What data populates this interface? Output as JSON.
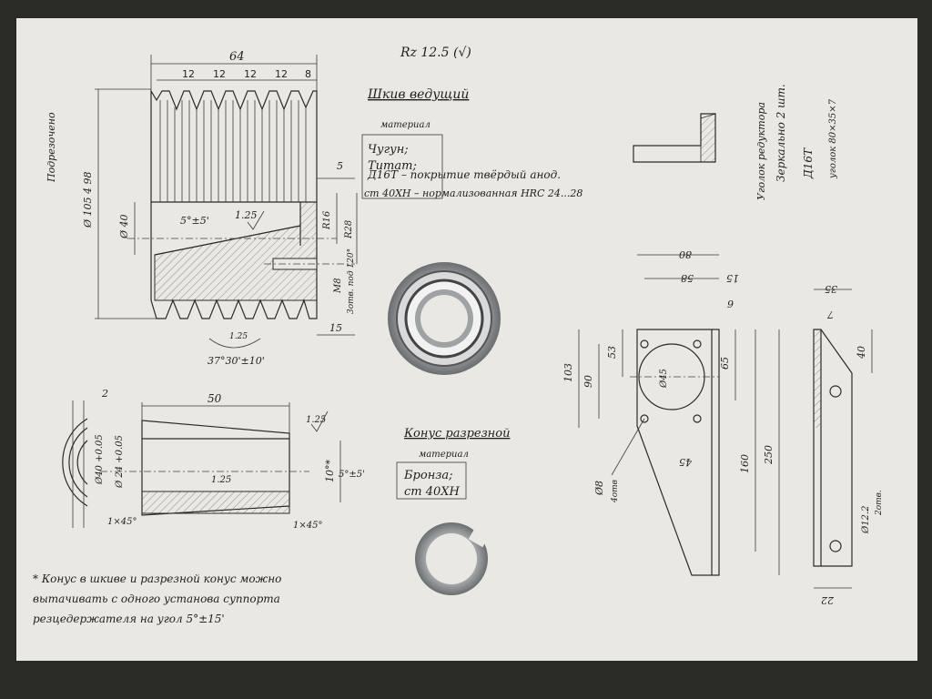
{
  "roughness": "Rz 12.5 (√)",
  "pulley": {
    "title": "Шкив ведущий",
    "material_label": "материал",
    "materials": [
      "Чугун;",
      "Титат;",
      "Д16Т – покрытие твёрдый анод.",
      "ст 40ХН – нормализованная HRC 24...28"
    ],
    "dims": {
      "overall": "64",
      "pitches": [
        "12",
        "12",
        "12",
        "12",
        "8"
      ],
      "dia_top": "Ø 105 4 98",
      "dia_bore": "Ø 40",
      "left_label": "Подрезочено",
      "r16": "R16",
      "r28": "R28",
      "d5": "5",
      "d15": "15",
      "angle_taper": "5°±5'",
      "rough_bore": "1.25",
      "angle_groove": "37°30'±10'",
      "rough_groove": "1.25",
      "m8": "М8",
      "m8_note": "3отв. под 120°"
    }
  },
  "cone": {
    "title": "Конус разрезной",
    "material_label": "материал",
    "materials": [
      "Бронза;",
      "ст 40ХН"
    ],
    "dims": {
      "d2": "2",
      "d50": "50",
      "dia40": "Ø40 +0.05",
      "dia24": "Ø 24 +0.05",
      "chamfer1": "1×45°",
      "chamfer2": "1×45°",
      "angle10": "10°*",
      "angle5": "5°±5'",
      "rough1": "1.25",
      "rough2": "1.25"
    }
  },
  "bracket": {
    "title": "Уголок редуктора",
    "qty": "Зеркально 2 шт.",
    "material": "Д16Т",
    "profile": "уголок 80×35×7",
    "dims": {
      "w80": "80",
      "w58": "58",
      "w15": "15",
      "w6": "6",
      "h103": "103",
      "h90": "90",
      "h53": "53",
      "d45": "Ø45",
      "h65": "65",
      "h45": "45",
      "h160": "160",
      "h250": "250",
      "hole8": "Ø8",
      "hole8_qty": "4отв",
      "s35": "35",
      "s7": "7",
      "s40": "40",
      "hole12": "Ø12.2",
      "hole12_qty": "2отв.",
      "s22": "22"
    }
  },
  "footnote": [
    "* Конус в шкиве и разрезной конус можно",
    "вытачивать с одного установа суппорта",
    "резцедержателя на угол 5°±15'"
  ]
}
